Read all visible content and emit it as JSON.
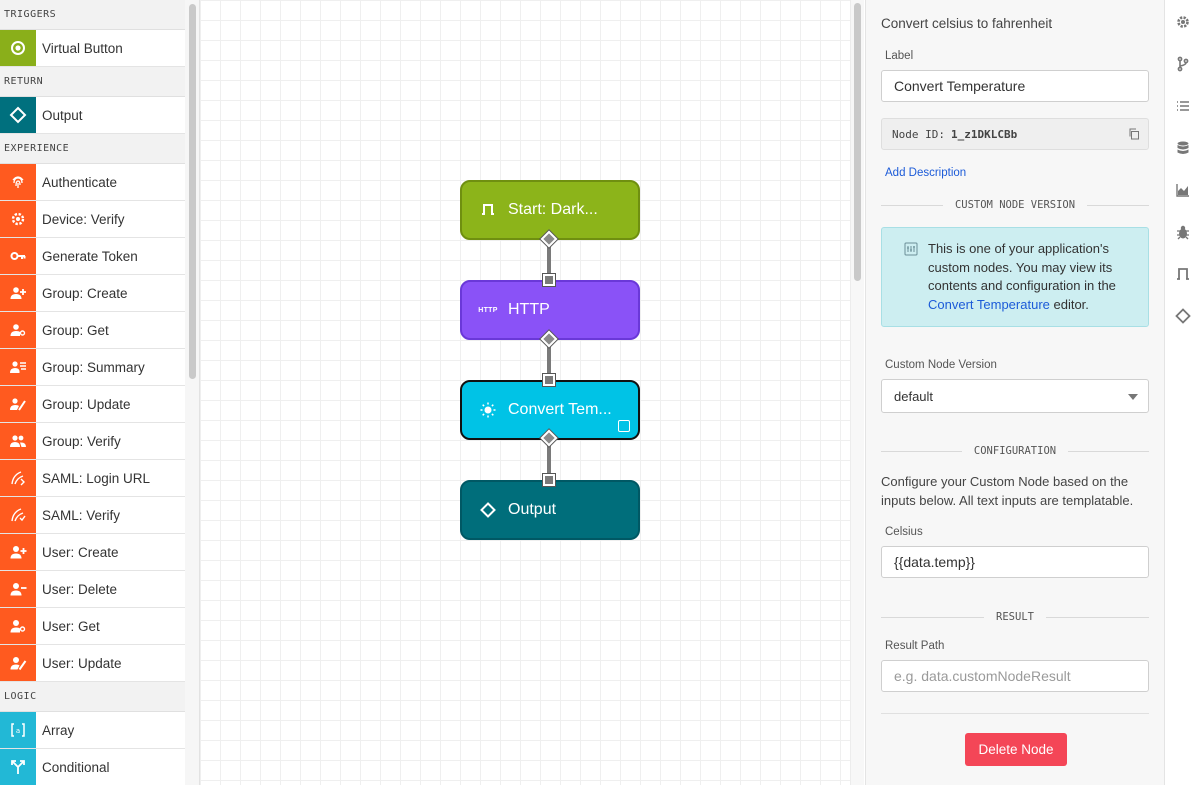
{
  "palette": {
    "sections": {
      "triggers": "TRIGGERS",
      "return": "RETURN",
      "experience": "EXPERIENCE",
      "logic": "LOGIC"
    },
    "items": {
      "virtual_button": "Virtual Button",
      "output": "Output",
      "authenticate": "Authenticate",
      "device_verify": "Device: Verify",
      "generate_token": "Generate Token",
      "group_create": "Group: Create",
      "group_get": "Group: Get",
      "group_summary": "Group: Summary",
      "group_update": "Group: Update",
      "group_verify": "Group: Verify",
      "saml_login_url": "SAML: Login URL",
      "saml_verify": "SAML: Verify",
      "user_create": "User: Create",
      "user_delete": "User: Delete",
      "user_get": "User: Get",
      "user_update": "User: Update",
      "array": "Array",
      "conditional": "Conditional"
    },
    "colors": {
      "trigger": "#8aaf1a",
      "return": "#00707e",
      "experience": "#ff5a1f",
      "logic": "#22b8d6"
    }
  },
  "canvas": {
    "nodes": {
      "start": "Start: Dark...",
      "http": "HTTP",
      "http_tag": "HTTP",
      "convert": "Convert Tem...",
      "output": "Output"
    },
    "colors": {
      "start": "#8cb41a",
      "http": "#8a52f7",
      "convert": "#00c3e6",
      "output": "#006e7b"
    }
  },
  "panel": {
    "title": "Convert celsius to fahrenheit",
    "label_caption": "Label",
    "label_value": "Convert Temperature",
    "node_id_caption": "Node ID:",
    "node_id_value": "1_z1DKLCBb",
    "add_description": "Add Description",
    "custom_node_version_heading": "CUSTOM NODE VERSION",
    "info_text_before": "This is one of your application's custom nodes. You may view its contents and configuration in the ",
    "info_link": "Convert Temperature",
    "info_text_after": " editor.",
    "version_caption": "Custom Node Version",
    "version_value": "default",
    "configuration_heading": "CONFIGURATION",
    "configuration_desc": "Configure your Custom Node based on the inputs below. All text inputs are templatable.",
    "celsius_caption": "Celsius",
    "celsius_value": "{{data.temp}}",
    "result_heading": "RESULT",
    "result_path_caption": "Result Path",
    "result_path_placeholder": "e.g. data.customNodeResult",
    "delete_button": "Delete Node",
    "delete_color": "#f44657"
  },
  "rail": {
    "icons": [
      "gear-icon",
      "branch-icon",
      "list-icon",
      "database-icon",
      "chart-icon",
      "bug-icon",
      "virtual-button-icon",
      "output-icon"
    ]
  }
}
